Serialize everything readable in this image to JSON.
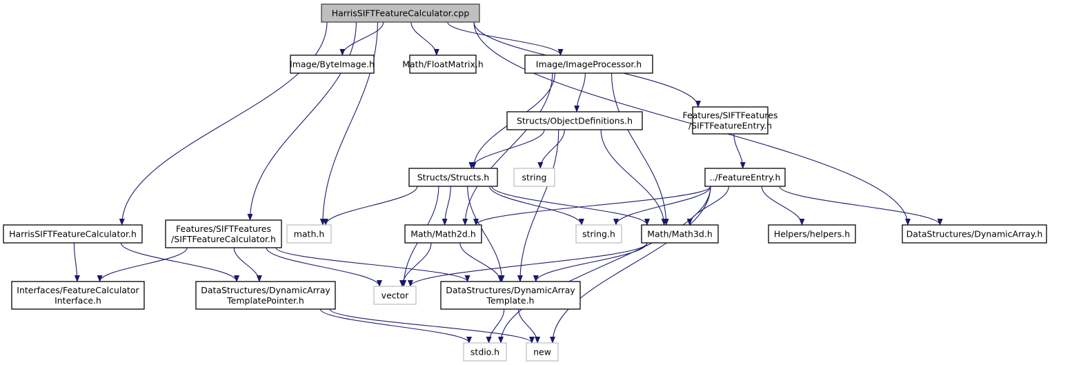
{
  "diagram": {
    "type": "include-dependency-graph",
    "colors": {
      "edge": "#191970",
      "root_fill": "#bfbfbf",
      "root_border": "#404040",
      "local_border": "#000000",
      "system_border": "#c0c0c0",
      "text": "#000000"
    },
    "nodes": [
      {
        "id": "root",
        "lines": [
          "HarrisSIFTFeatureCalculator.cpp"
        ],
        "kind": "root"
      },
      {
        "id": "byteimage",
        "lines": [
          "Image/ByteImage.h"
        ],
        "kind": "local"
      },
      {
        "id": "floatmatrix",
        "lines": [
          "Math/FloatMatrix.h"
        ],
        "kind": "local"
      },
      {
        "id": "imageprocessor",
        "lines": [
          "Image/ImageProcessor.h"
        ],
        "kind": "local"
      },
      {
        "id": "objectdefs",
        "lines": [
          "Structs/ObjectDefinitions.h"
        ],
        "kind": "local"
      },
      {
        "id": "siftentry",
        "lines": [
          "Features/SIFTFeatures",
          "/SIFTFeatureEntry.h"
        ],
        "kind": "local"
      },
      {
        "id": "structs",
        "lines": [
          "Structs/Structs.h"
        ],
        "kind": "local"
      },
      {
        "id": "string",
        "lines": [
          "string"
        ],
        "kind": "system"
      },
      {
        "id": "featureentry",
        "lines": [
          "../FeatureEntry.h"
        ],
        "kind": "local"
      },
      {
        "id": "harrish",
        "lines": [
          "HarrisSIFTFeatureCalculator.h"
        ],
        "kind": "local"
      },
      {
        "id": "siftcalc",
        "lines": [
          "Features/SIFTFeatures",
          "/SIFTFeatureCalculator.h"
        ],
        "kind": "local"
      },
      {
        "id": "mathh",
        "lines": [
          "math.h"
        ],
        "kind": "system"
      },
      {
        "id": "math2d",
        "lines": [
          "Math/Math2d.h"
        ],
        "kind": "local"
      },
      {
        "id": "stringh",
        "lines": [
          "string.h"
        ],
        "kind": "system"
      },
      {
        "id": "math3d",
        "lines": [
          "Math/Math3d.h"
        ],
        "kind": "local"
      },
      {
        "id": "helpers",
        "lines": [
          "Helpers/helpers.h"
        ],
        "kind": "local"
      },
      {
        "id": "dynarray",
        "lines": [
          "DataStructures/DynamicArray.h"
        ],
        "kind": "local"
      },
      {
        "id": "fcinterface",
        "lines": [
          "Interfaces/FeatureCalculator",
          "Interface.h"
        ],
        "kind": "local"
      },
      {
        "id": "datp",
        "lines": [
          "DataStructures/DynamicArray",
          "TemplatePointer.h"
        ],
        "kind": "local"
      },
      {
        "id": "vector",
        "lines": [
          "vector"
        ],
        "kind": "system"
      },
      {
        "id": "dat",
        "lines": [
          "DataStructures/DynamicArray",
          "Template.h"
        ],
        "kind": "local"
      },
      {
        "id": "stdio",
        "lines": [
          "stdio.h"
        ],
        "kind": "system"
      },
      {
        "id": "new",
        "lines": [
          "new"
        ],
        "kind": "system"
      }
    ],
    "edges": [
      {
        "from": "root",
        "to": "byteimage"
      },
      {
        "from": "root",
        "to": "floatmatrix"
      },
      {
        "from": "root",
        "to": "imageprocessor"
      },
      {
        "from": "root",
        "to": "siftentry"
      },
      {
        "from": "root",
        "to": "dynarray"
      },
      {
        "from": "root",
        "to": "harrish"
      },
      {
        "from": "root",
        "to": "siftcalc"
      },
      {
        "from": "root",
        "to": "mathh"
      },
      {
        "from": "imageprocessor",
        "to": "objectdefs"
      },
      {
        "from": "imageprocessor",
        "to": "structs"
      },
      {
        "from": "imageprocessor",
        "to": "math2d"
      },
      {
        "from": "imageprocessor",
        "to": "math3d"
      },
      {
        "from": "objectdefs",
        "to": "structs"
      },
      {
        "from": "objectdefs",
        "to": "string"
      },
      {
        "from": "objectdefs",
        "to": "dat"
      },
      {
        "from": "objectdefs",
        "to": "math3d"
      },
      {
        "from": "siftentry",
        "to": "featureentry"
      },
      {
        "from": "structs",
        "to": "mathh"
      },
      {
        "from": "structs",
        "to": "math2d"
      },
      {
        "from": "structs",
        "to": "vector"
      },
      {
        "from": "structs",
        "to": "dat"
      },
      {
        "from": "structs",
        "to": "stringh"
      },
      {
        "from": "structs",
        "to": "math3d"
      },
      {
        "from": "featureentry",
        "to": "math2d"
      },
      {
        "from": "featureentry",
        "to": "stringh"
      },
      {
        "from": "featureentry",
        "to": "math3d"
      },
      {
        "from": "featureentry",
        "to": "stdio"
      },
      {
        "from": "featureentry",
        "to": "helpers"
      },
      {
        "from": "featureentry",
        "to": "dynarray"
      },
      {
        "from": "featureentry",
        "to": "new"
      },
      {
        "from": "harrish",
        "to": "fcinterface"
      },
      {
        "from": "harrish",
        "to": "datp"
      },
      {
        "from": "siftcalc",
        "to": "fcinterface"
      },
      {
        "from": "siftcalc",
        "to": "datp"
      },
      {
        "from": "siftcalc",
        "to": "vector"
      },
      {
        "from": "siftcalc",
        "to": "dat"
      },
      {
        "from": "math2d",
        "to": "vector"
      },
      {
        "from": "math2d",
        "to": "dat"
      },
      {
        "from": "math3d",
        "to": "vector"
      },
      {
        "from": "math3d",
        "to": "dat"
      },
      {
        "from": "datp",
        "to": "stdio"
      },
      {
        "from": "datp",
        "to": "new"
      },
      {
        "from": "dat",
        "to": "stdio"
      },
      {
        "from": "dat",
        "to": "new"
      }
    ]
  }
}
